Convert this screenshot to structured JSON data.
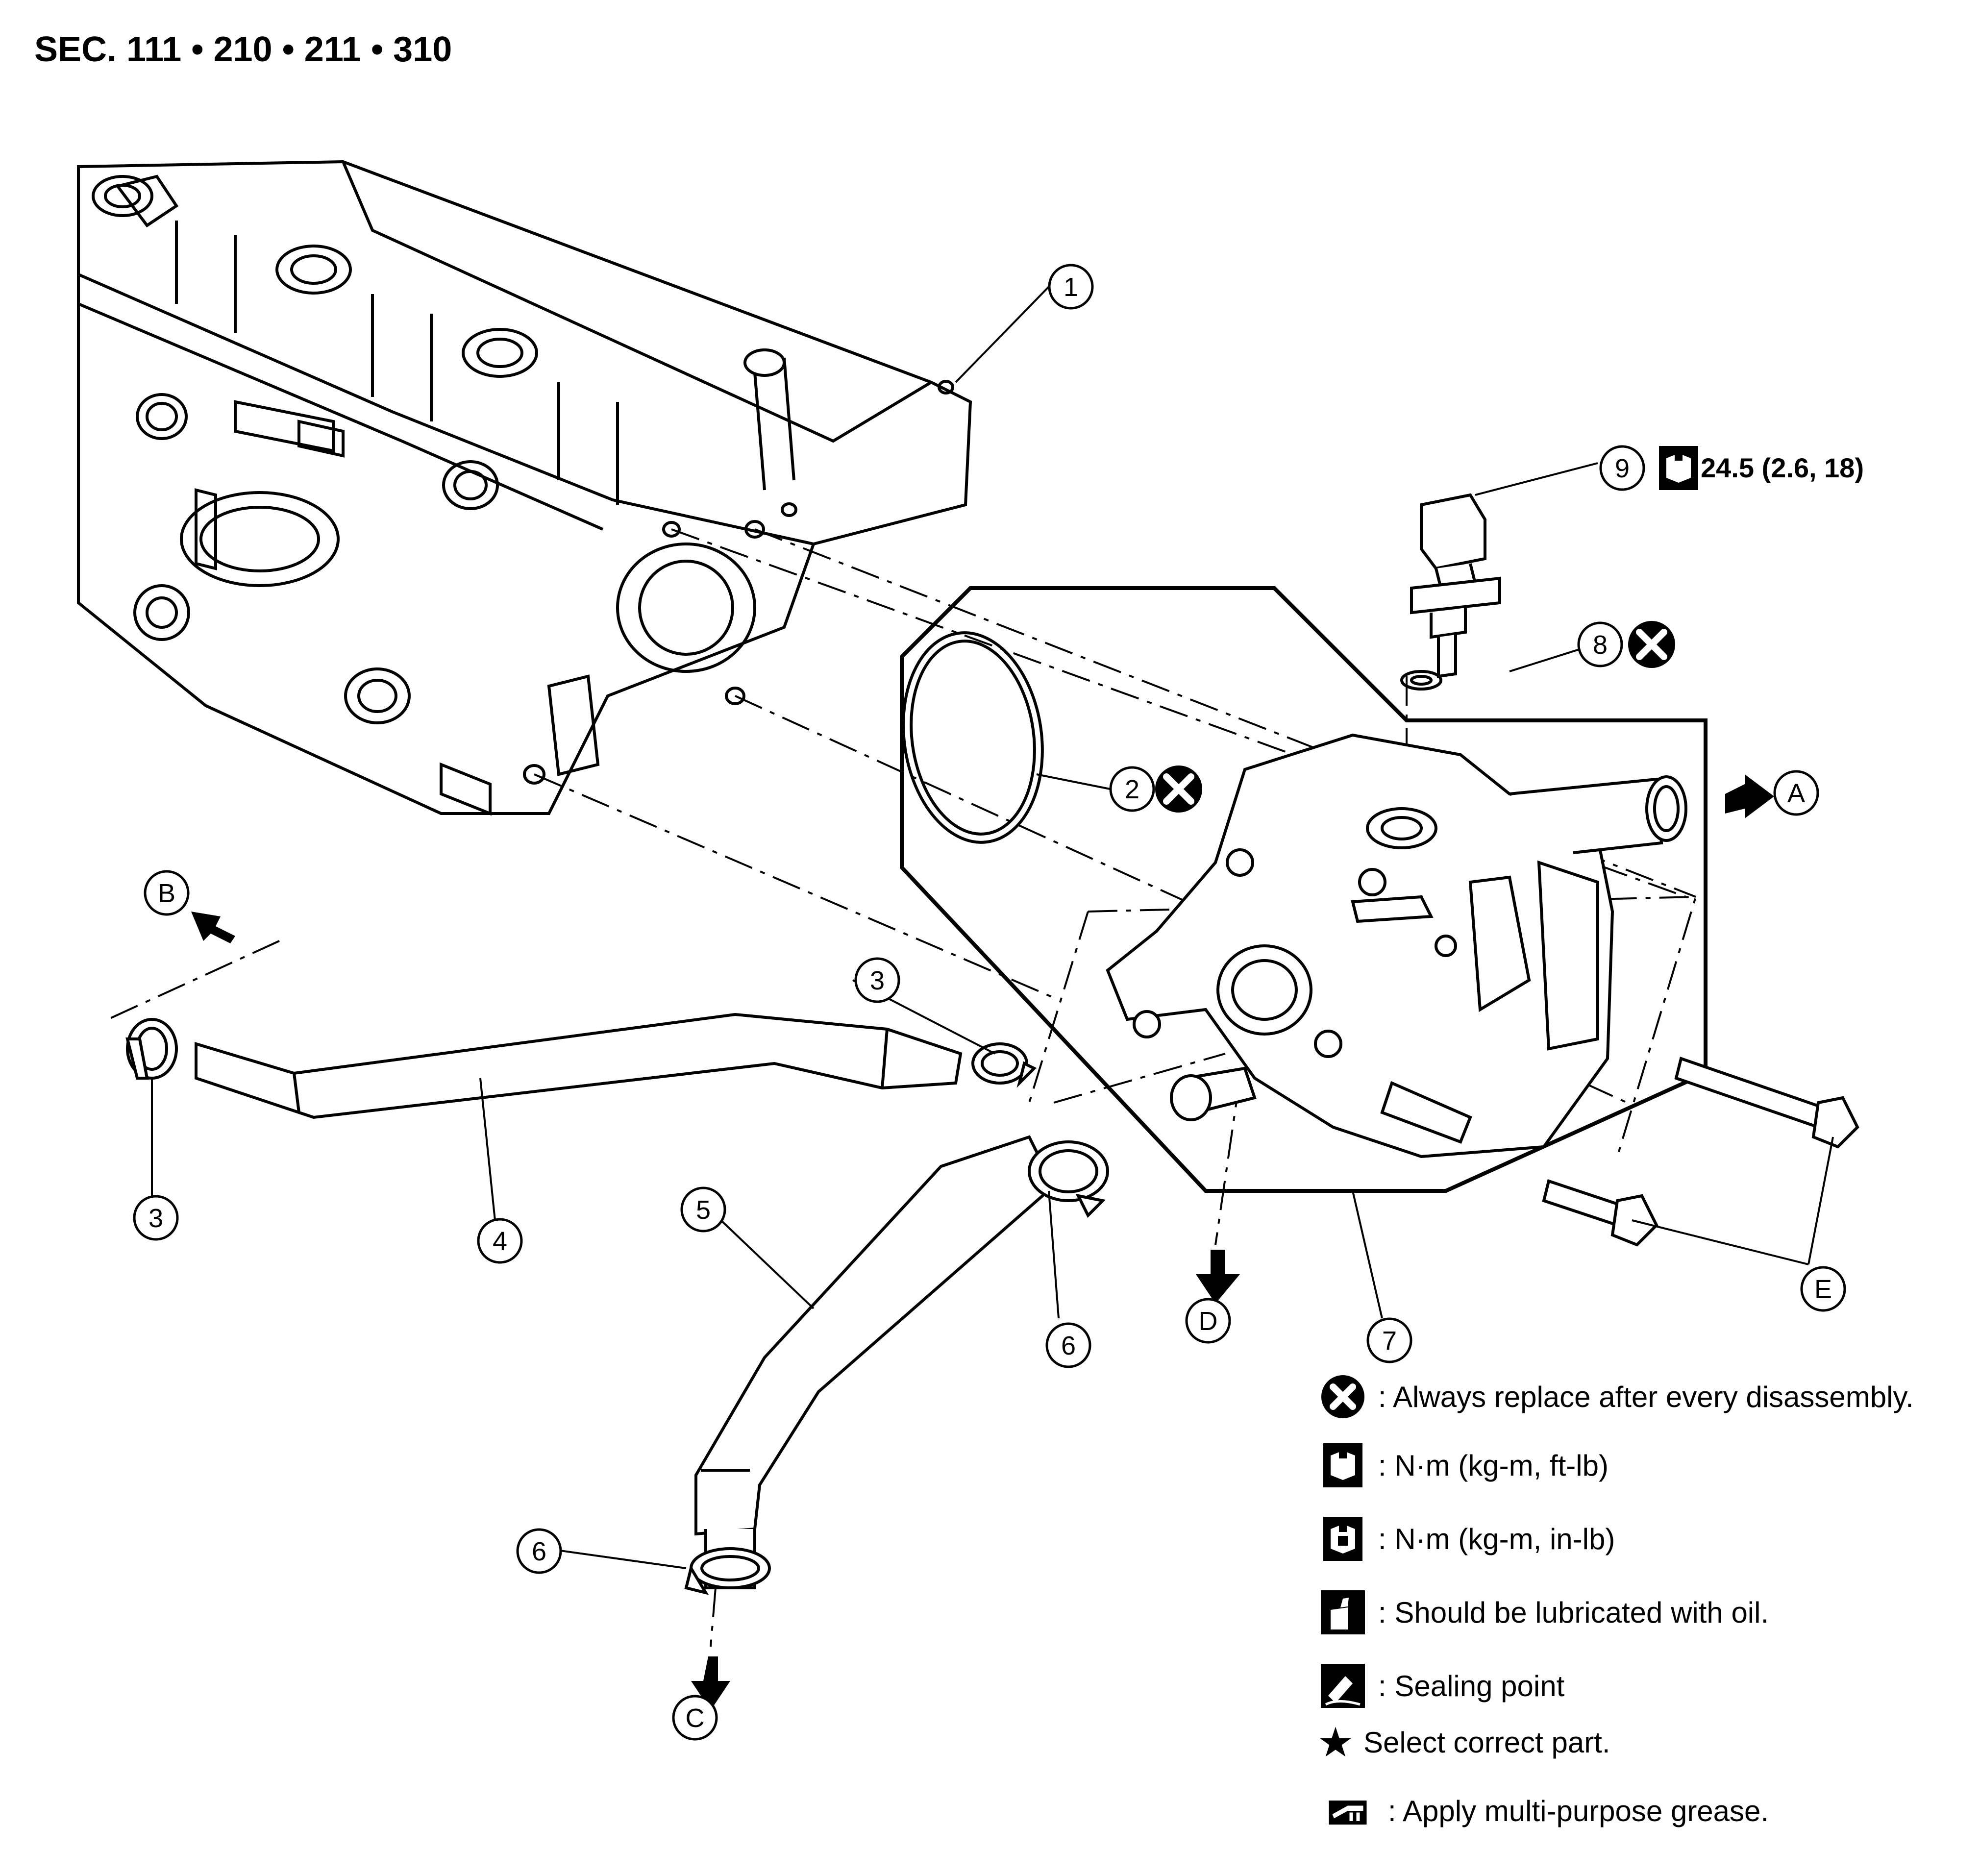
{
  "header": {
    "section": "SEC. 111 • 210 • 211 • 310"
  },
  "callouts": {
    "n1": "1",
    "n2": "2",
    "n3a": "3",
    "n3b": "3",
    "n4": "4",
    "n5": "5",
    "n6a": "6",
    "n6b": "6",
    "n7": "7",
    "n8": "8",
    "n9": "9",
    "lA": "A",
    "lB": "B",
    "lC": "C",
    "lD": "D",
    "lE": "E"
  },
  "torque": {
    "value": "24.5 (2.6, 18)",
    "icon": "torque-wrench-icon"
  },
  "legend": [
    {
      "icon": "replace-x-icon",
      "text": ": Always replace after every disassembly."
    },
    {
      "icon": "torque-ftlb-icon",
      "text": ": N·m (kg-m, ft-lb)"
    },
    {
      "icon": "torque-inlb-icon",
      "text": ": N·m (kg-m, in-lb)"
    },
    {
      "icon": "oil-can-icon",
      "text": ": Should be lubricated with oil."
    },
    {
      "icon": "sealant-icon",
      "text": ": Sealing point"
    },
    {
      "icon": "star-icon",
      "text": "Select correct part."
    },
    {
      "icon": "grease-gun-icon",
      "text": ": Apply multi-purpose grease."
    }
  ]
}
